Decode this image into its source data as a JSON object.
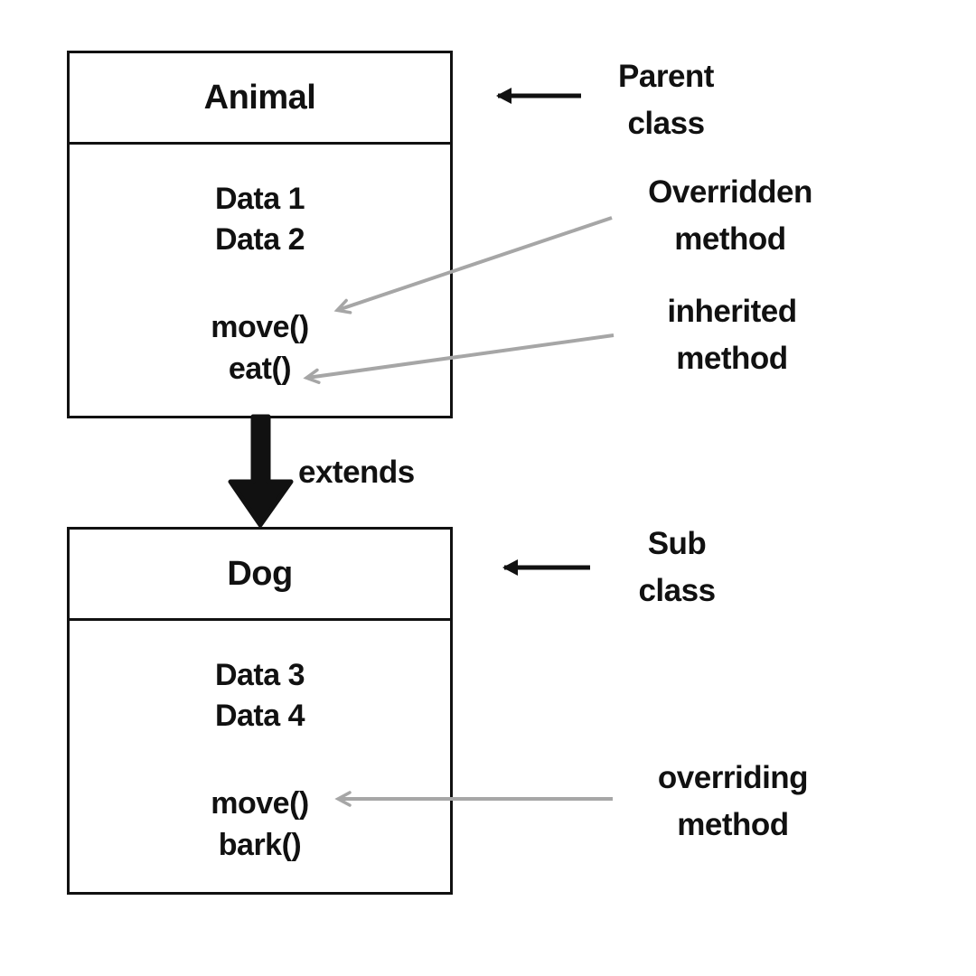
{
  "colors": {
    "ink": "#111111",
    "arrow_gray": "#a6a6a6",
    "background": "#ffffff"
  },
  "parent_box": {
    "title": "Animal",
    "fields": [
      "Data 1",
      "Data 2"
    ],
    "methods": [
      "move()",
      "eat()"
    ]
  },
  "sub_box": {
    "title": "Dog",
    "fields": [
      "Data 3",
      "Data 4"
    ],
    "methods": [
      "move()",
      "bark()"
    ]
  },
  "extends_label": "extends",
  "annotations": {
    "parent_class": {
      "line1": "Parent",
      "line2": "class"
    },
    "overridden": {
      "line1": "Overridden",
      "line2": "method"
    },
    "inherited": {
      "line1": "inherited",
      "line2": "method"
    },
    "sub_class": {
      "line1": "Sub",
      "line2": "class"
    },
    "overriding": {
      "line1": "overriding",
      "line2": "method"
    }
  },
  "arrows": {
    "parent_pointer": "black-left-arrow",
    "sub_pointer": "black-left-arrow",
    "extends": "thick-black-down-arrow",
    "overridden_pointer": "gray-arrow-to-parent-move",
    "inherited_pointer": "gray-arrow-to-parent-eat",
    "overriding_pointer": "gray-arrow-to-sub-move"
  }
}
